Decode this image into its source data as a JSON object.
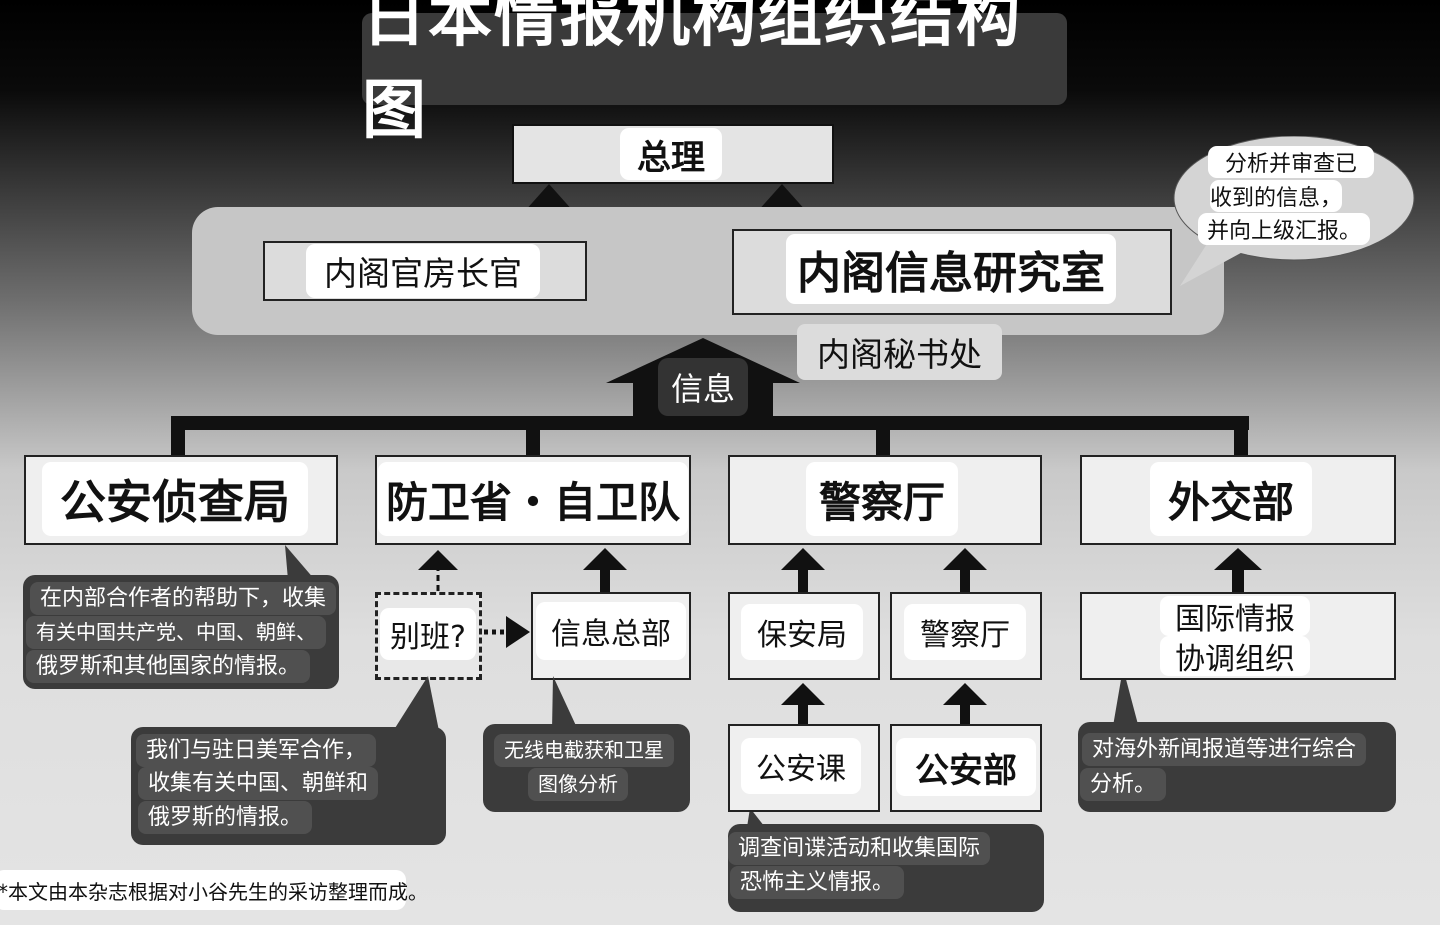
{
  "title": "日本情报机构组织结构图",
  "top": {
    "pm": "总理",
    "chief_secretary": "内阁官房长官",
    "cirо": "内阁信息研究室",
    "secretariat": "内阁秘书处",
    "cirо_note": [
      "分析并审查已",
      "收到的信息，",
      "并向上级汇报。"
    ]
  },
  "info_label": "信息",
  "agencies": {
    "psia": "公安侦查局",
    "mod": "防卫省・自卫队",
    "npa": "警察厅",
    "mofa": "外交部"
  },
  "sub": {
    "bepan": "别班?",
    "dih": "信息总部",
    "security_bureau": "保安局",
    "police_agency": "警察厅",
    "public_security_div": "公安课",
    "public_security_dept": "公安部",
    "intl_info_org": [
      "国际情报",
      "协调组织"
    ]
  },
  "notes": {
    "psia": [
      "在内部合作者的帮助下，收集",
      "有关中国共产党、中国、朝鲜、",
      "俄罗斯和其他国家的情报。"
    ],
    "bepan": [
      "我们与驻日美军合作，",
      "收集有关中国、朝鲜和",
      "俄罗斯的情报。"
    ],
    "dih": [
      "无线电截获和卫星",
      "图像分析"
    ],
    "npa": [
      "调查间谍活动和收集国际",
      "恐怖主义情报。"
    ],
    "mofa": [
      "对海外新闻报道等进行综合",
      "分析。"
    ]
  },
  "footnote": "*本文由本杂志根据对小谷先生的采访整理而成。"
}
